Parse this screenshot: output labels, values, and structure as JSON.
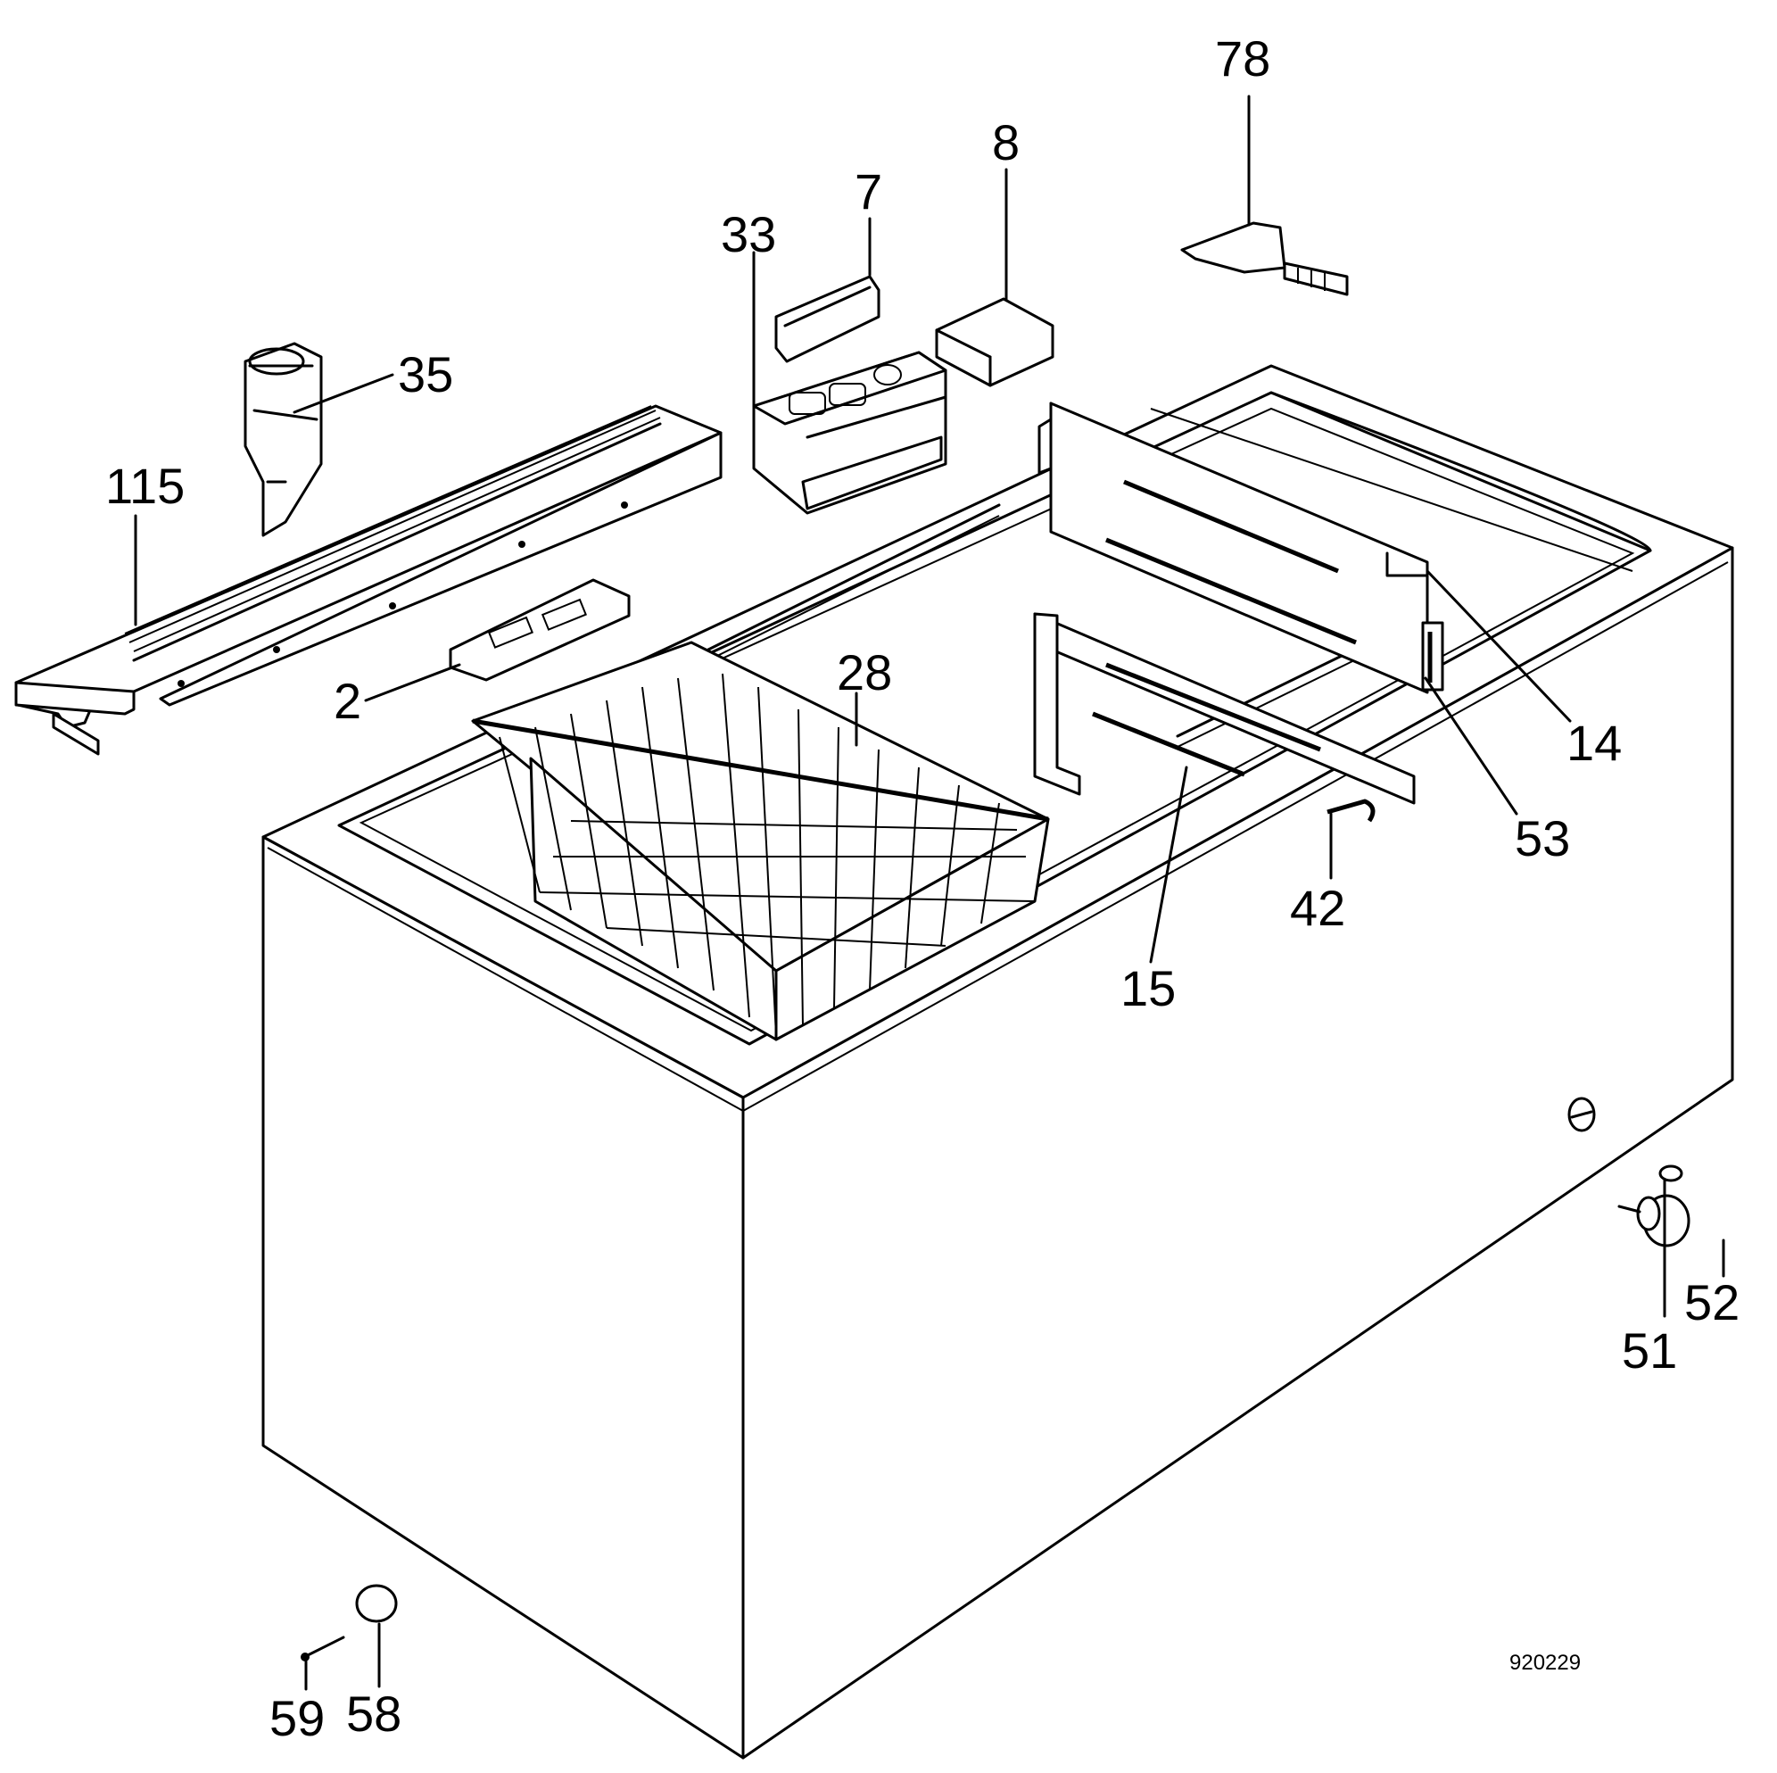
{
  "drawing_code": "920229",
  "callouts": {
    "p78": "78",
    "p8": "8",
    "p7": "7",
    "p33": "33",
    "p35": "35",
    "p115": "115",
    "p28": "28",
    "p2": "2",
    "p14": "14",
    "p53": "53",
    "p42": "42",
    "p15": "15",
    "p52": "52",
    "p51": "51",
    "p59": "59",
    "p58": "58"
  },
  "colors": {
    "ink": "#000000",
    "paper": "#ffffff"
  }
}
